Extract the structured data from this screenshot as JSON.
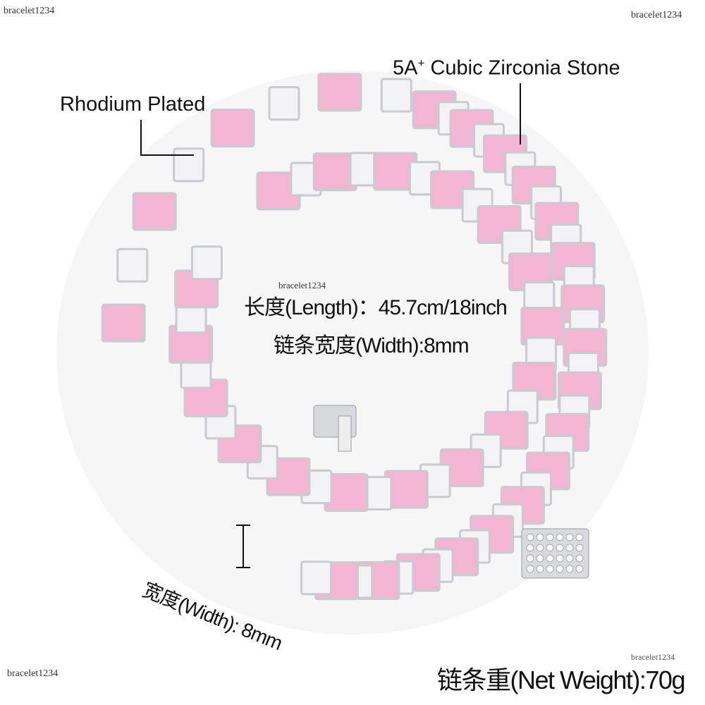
{
  "watermarks": [
    "bracelet1234",
    "bracelet1234",
    "bracelet1234",
    "bracelet1234",
    "bracelet1234"
  ],
  "annotations": {
    "plating": "Rhodium Plated",
    "stone_prefix": "5A",
    "stone_sup": "+",
    "stone_suffix": " Cubic Zirconia Stone",
    "length": "长度(Length)：45.7cm/18inch",
    "chain_width": "链条宽度(Width):8mm",
    "width_marker": "宽度(Width): 8mm",
    "net_weight": "链条重(Net Weight):70g"
  },
  "colors": {
    "pink_stone": "#f2b6d2",
    "white_stone": "#f3f3f5",
    "metal": "#c9cbd0",
    "text": "#111111"
  }
}
